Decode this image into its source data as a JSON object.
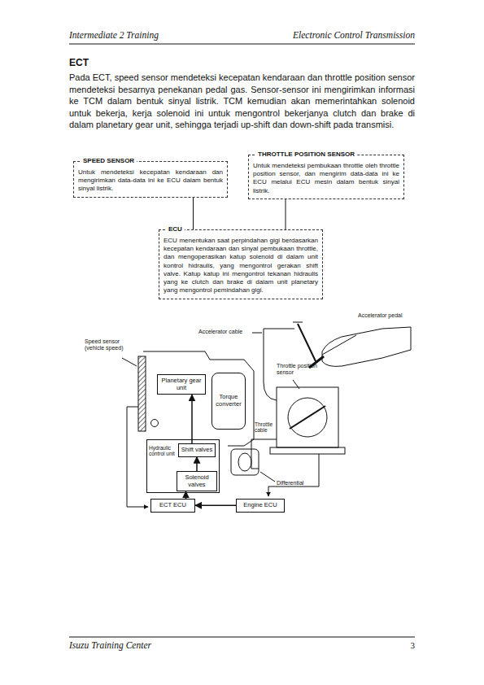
{
  "diagram": {
    "title": "ECT",
    "nodes": [
      {
        "text": [
          "SPEED SENSOR",
          "Untuk mendeteksi kecepatan kendaraan dan mengirimkan data-data ini ke ECU dalam bentuk sinyal listrik."
        ]
      },
      {
        "text": [
          "THROTTLE POSITION SENSOR",
          "Untuk mendeteksi pembukaan throttle oleh throttle position sensor, dan mengirim data-data ini ke ECU melalui ECU mesin dalam bentuk sinyal listrik."
        ]
      },
      {
        "text": [
          "ECU",
          "ECU menentukan saat perpindahan gigi berdasarkan kecepatan kendaraan dan sinyal pembukaan throttle, dan mengoperasikan katup solenoid di dalam unit kontrol hidraulis, yang mengontrol gerakan shift valve. Katup katup ini mengontrol tekanan hidraulis yang ke clutch dan brake di dalam unit planetary yang mengontrol pemindahan gigi."
        ]
      },
      {
        "text": [
          "Planetary gear unit"
        ]
      },
      {
        "text": [
          "Torque converter"
        ]
      },
      {
        "text": [
          "Hydraulic control unit"
        ]
      },
      {
        "text": [
          "Shift valves"
        ],
        "in": 5
      },
      {
        "text": [
          "Solenoid valves"
        ],
        "in": 5
      },
      {
        "text": [
          "ECT ECU"
        ]
      },
      {
        "text": [
          "Engine ECU"
        ]
      }
    ],
    "edges": [
      {
        "from": 0,
        "to": 2,
        "arrow": "none"
      },
      {
        "from": 1,
        "to": 2,
        "arrow": "none"
      },
      {
        "from": 8,
        "to": 7,
        "arrow": "to"
      },
      {
        "from": 7,
        "to": 6,
        "arrow": "to"
      },
      {
        "from": 6,
        "to": 3,
        "arrow": "to"
      },
      {
        "from": 9,
        "to": 8,
        "arrow": "to"
      }
    ],
    "labels": [
      "Intermediate 2 Training",
      "Electronic Control Transmission",
      "Pada ECT, speed sensor mendeteksi kecepatan kendaraan dan throttle position sensor mendeteksi besarnya penekanan pedal gas. Sensor-sensor ini mengirimkan informasi ke TCM dalam bentuk sinyal listrik. TCM kemudian akan memerintahkan solenoid untuk bekerja, kerja solenoid ini untuk mengontrol bekerjanya clutch dan brake di dalam planetary gear unit, sehingga terjadi up-shift dan down-shift pada transmisi.",
      "Speed sensor (vehicle speed)",
      "Accelerator cable",
      "Accelerator pedal",
      "Throttle position sensor",
      "Throttle cable",
      "Differential",
      "Isuzu Training Center",
      "3"
    ]
  }
}
